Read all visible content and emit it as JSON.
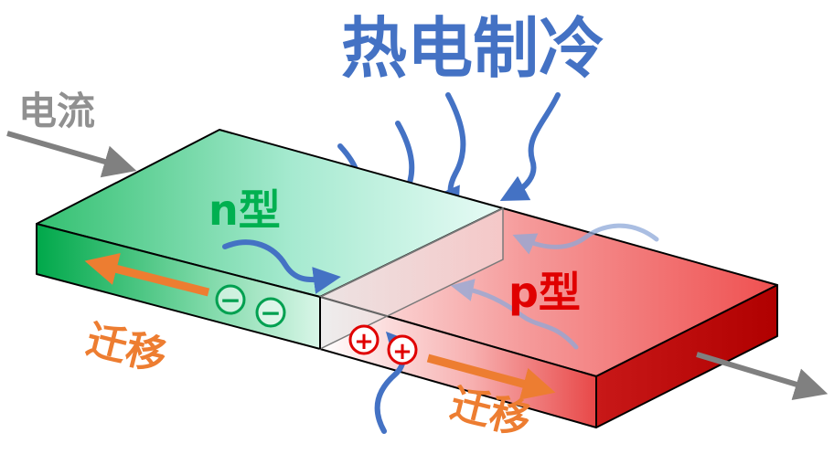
{
  "title": "热电制冷",
  "labels": {
    "current": "电流",
    "n_type": "n型",
    "p_type": "p型",
    "migrate_left": "迁移",
    "migrate_right": "迁移"
  },
  "carriers": {
    "electron": "−",
    "hole": "+"
  },
  "colors": {
    "title": "#4472c4",
    "heat_arrow": "#4472c4",
    "current_arrow": "#808080",
    "n_green": "#00b050",
    "p_red": "#e00000",
    "migrate_orange": "#ed7d31",
    "electron_green": "#00a050",
    "hole_red": "#e00000"
  },
  "icons": {
    "current_in": "arrow-right-icon",
    "current_out": "arrow-right-icon",
    "heat": "wavy-arrow-icon",
    "electron": "minus-circle-icon",
    "hole": "plus-circle-icon"
  }
}
